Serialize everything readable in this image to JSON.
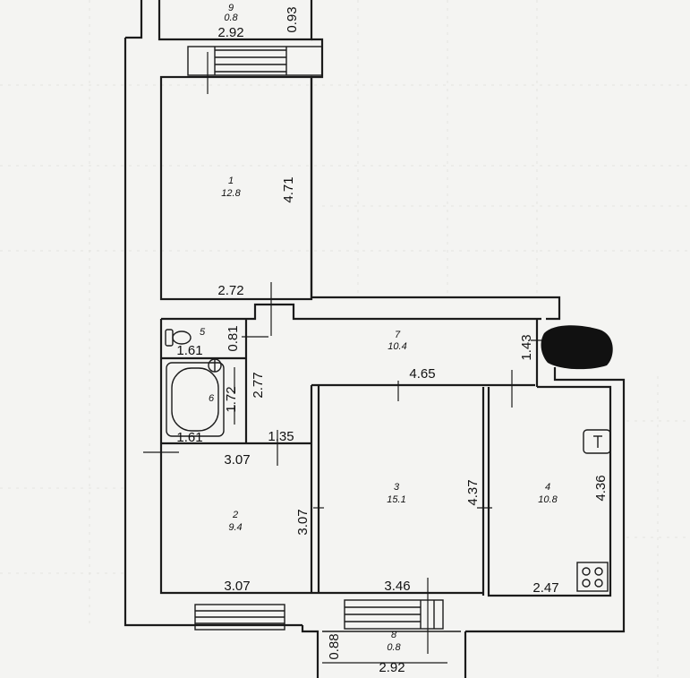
{
  "rooms": [
    {
      "number": "9",
      "area": "0.8"
    },
    {
      "number": "1",
      "area": "12.8"
    },
    {
      "number": "5",
      "area": ""
    },
    {
      "number": "7",
      "area": "10.4"
    },
    {
      "number": "6",
      "area": ""
    },
    {
      "number": "3",
      "area": "15.1"
    },
    {
      "number": "4",
      "area": "10.8"
    },
    {
      "number": "2",
      "area": "9.4"
    },
    {
      "number": "8",
      "area": "0.8"
    }
  ],
  "dimensions": {
    "balcony_top_width": "2.92",
    "balcony_top_depth": "0.93",
    "room1_length": "4.71",
    "room1_width": "2.72",
    "room5_width": "1.61",
    "room5_depth": "0.81",
    "corridor_depth": "1.43",
    "corridor_width": "4.65",
    "room6_length": "2.77",
    "room6_depth": "1.72",
    "room6_width": "1.61",
    "hall_width": "1.35",
    "room2_top": "3.07",
    "room2_depth": "3.07",
    "room2_bottom": "3.07",
    "room3_depth": "4.37",
    "room3_width": "3.46",
    "room4_depth": "4.36",
    "room4_width": "2.47",
    "balcony_bottom_depth": "0.88",
    "balcony_bottom_width": "2.92"
  },
  "colors": {
    "wall": "#1b1b1b",
    "paper": "#f4f4f2"
  },
  "icons": [
    "bathtub-icon",
    "toilet-icon",
    "sink-icon",
    "stove-icon"
  ]
}
